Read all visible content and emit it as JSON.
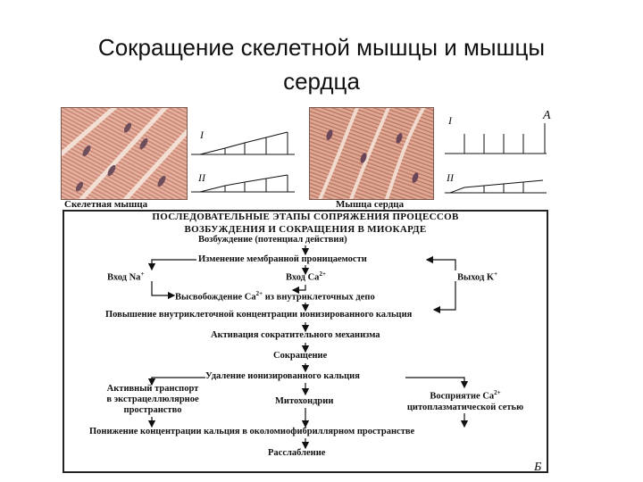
{
  "title_line1": "Сокращение скелетной мышцы и мышцы",
  "title_line2": "сердца",
  "figure": {
    "skeletal_caption": "Скелетная мышца",
    "cardiac_caption": "Мышца сердца",
    "label_I": "I",
    "label_II": "II",
    "label_A": "A",
    "label_B": "Б"
  },
  "scheme": {
    "heading_line1": "ПОСЛЕДОВАТЕЛЬНЫЕ ЭТАПЫ СОПРЯЖЕНИЯ ПРОЦЕССОВ",
    "heading_line2": "ВОЗБУЖДЕНИЯ И СОКРАЩЕНИЯ В МИОКАРДЕ",
    "excitation": "Возбуждение (потенциал действия)",
    "membrane": "Изменение мембранной проницаемости",
    "na_in": "Вход Na",
    "na_sup": "+",
    "ca_in": "Вход Ca",
    "ca_sup": "2+",
    "k_out": "Выход K",
    "k_sup": "+",
    "ca_release_pre": "Высвобождение Ca",
    "ca_release_sup": "2+",
    "ca_release_post": " из внутриклеточных депо",
    "increase": "Повышение внутриклеточной концентрации ионизированного кальция",
    "activation": "Активация сократительного механизма",
    "contraction": "Сокращение",
    "removal": "Удаление ионизированного кальция",
    "active_transport_1": "Активный транспорт",
    "active_transport_2": "в экстрацеллюлярное",
    "active_transport_3": "пространство",
    "mitochondria": "Митохондрии",
    "uptake_1_pre": "Восприятие Ca",
    "uptake_1_sup": "2+",
    "uptake_2": "цитоплазматической сетью",
    "decrease": "Понижение концентрации кальция в околомиофибриллярном пространстве",
    "relaxation": "Расслабление"
  }
}
